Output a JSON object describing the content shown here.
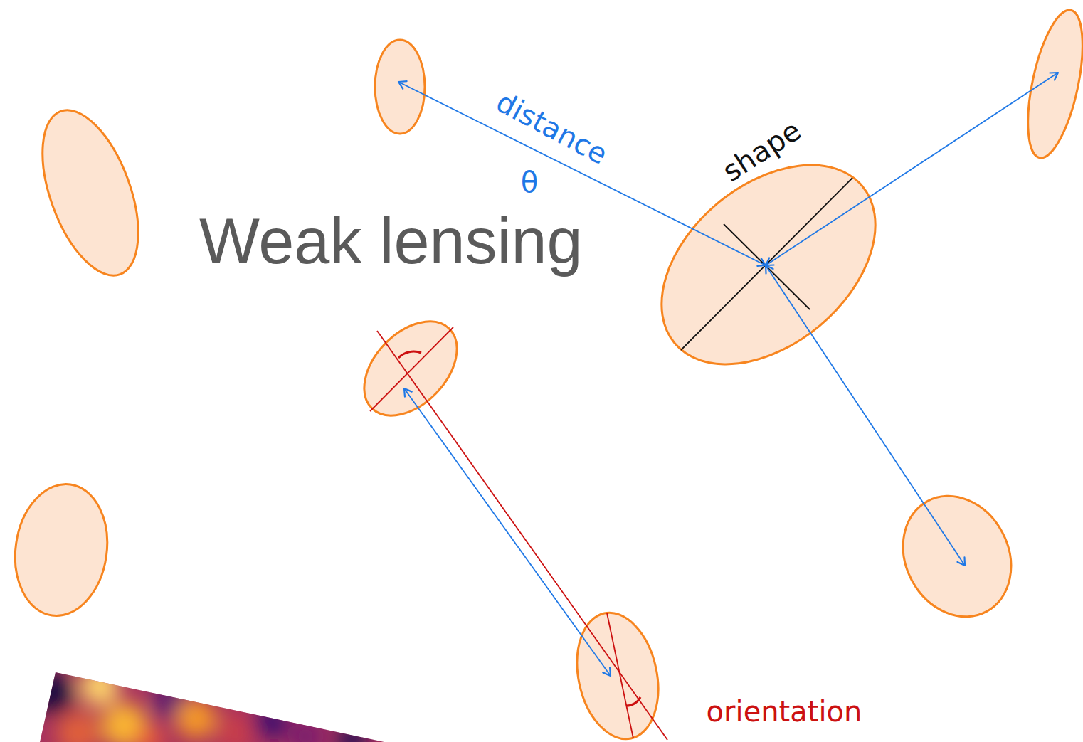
{
  "diagram": {
    "title": "Weak lensing",
    "labels": [
      "distance",
      "θ",
      "shape",
      "orientation"
    ]
  }
}
